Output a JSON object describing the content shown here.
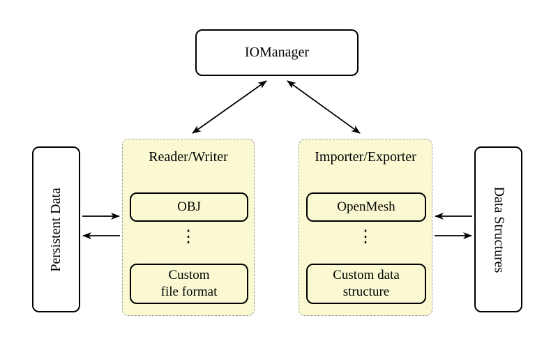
{
  "diagram": {
    "type": "architecture-diagram",
    "colors": {
      "background": "#FFFFFF",
      "group_fill": "#FBF9D2",
      "group_border": "#9A9A9A",
      "node_border": "#000000",
      "node_fill": "#FFFFFF",
      "arrow": "#000000"
    },
    "nodes": {
      "iomanager": {
        "label": "IOManager"
      },
      "persistent_data": {
        "label": "Persistent Data",
        "orientation": "rotated-90-ccw"
      },
      "data_structures": {
        "label": "Data Structures",
        "orientation": "rotated-90-cw"
      }
    },
    "groups": {
      "reader_writer": {
        "title": "Reader/Writer",
        "items": [
          "OBJ",
          "Custom\nfile format"
        ],
        "ellipsis": "⋮"
      },
      "importer_exporter": {
        "title": "Importer/Exporter",
        "items": [
          "OpenMesh",
          "Custom data\nstructure"
        ],
        "ellipsis": "⋮"
      }
    },
    "edges": [
      {
        "from": "iomanager",
        "to": "reader_writer",
        "direction": "bidirectional"
      },
      {
        "from": "iomanager",
        "to": "importer_exporter",
        "direction": "bidirectional"
      },
      {
        "from": "persistent_data",
        "to": "reader_writer",
        "direction": "one-way"
      },
      {
        "from": "reader_writer",
        "to": "persistent_data",
        "direction": "one-way"
      },
      {
        "from": "data_structures",
        "to": "importer_exporter",
        "direction": "one-way"
      },
      {
        "from": "importer_exporter",
        "to": "data_structures",
        "direction": "one-way"
      }
    ]
  }
}
